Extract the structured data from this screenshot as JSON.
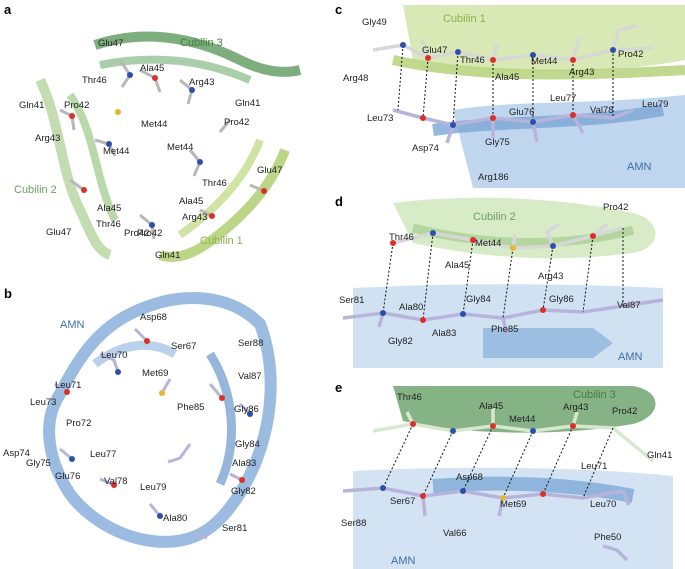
{
  "panels": {
    "a": {
      "label": "a",
      "chains": {
        "c1": "Cubilin 1",
        "c2": "Cubilin 2",
        "c3": "Cubilin 3"
      },
      "residues": [
        "Glu47",
        "Thr46",
        "Ala45",
        "Arg43",
        "Gln41",
        "Gln41",
        "Pro42",
        "Pro42",
        "Met44",
        "Arg43",
        "Met44",
        "Met44",
        "Pro42",
        "Ala45",
        "Thr46",
        "Glu47",
        "Thr46",
        "Glu47",
        "Ala45",
        "Arg43",
        "Pro42",
        "Gln41"
      ]
    },
    "b": {
      "label": "b",
      "chain": "AMN",
      "residues": [
        "Asp68",
        "Ser67",
        "Ser88",
        "Leu70",
        "Met69",
        "Val87",
        "Leu71",
        "Leu73",
        "Phe85",
        "Gly86",
        "Pro72",
        "Gly84",
        "Ala83",
        "Asp74",
        "Gly75",
        "Leu77",
        "Glu76",
        "Val78",
        "Leu79",
        "Gly82",
        "Ala80",
        "Ser81"
      ]
    },
    "c": {
      "label": "c",
      "chains": {
        "cubilin": "Cubilin 1",
        "amn": "AMN"
      },
      "residues": [
        "Gly49",
        "Glu47",
        "Met44",
        "Arg43",
        "Pro42",
        "Thr46",
        "Ala45",
        "Arg48",
        "Leu73",
        "Glu76",
        "Leu77",
        "Val78",
        "Leu79",
        "Asp74",
        "Gly75",
        "Arg186"
      ]
    },
    "d": {
      "label": "d",
      "chains": {
        "cubilin": "Cubilin 2",
        "amn": "AMN"
      },
      "residues": [
        "Pro42",
        "Thr46",
        "Met44",
        "Ala45",
        "Arg43",
        "Ser81",
        "Ala80",
        "Gly84",
        "Gly86",
        "Val87",
        "Phe85",
        "Gly82",
        "Ala83"
      ]
    },
    "e": {
      "label": "e",
      "chains": {
        "cubilin": "Cubilin 3",
        "amn": "AMN"
      },
      "residues": [
        "Thr46",
        "Ala45",
        "Met44",
        "Arg43",
        "Pro42",
        "Gln41",
        "Leu71",
        "Asp68",
        "Ser67",
        "Ser88",
        "Met69",
        "Leu70",
        "Val66",
        "Phe50"
      ]
    }
  },
  "colors": {
    "cubilin1": "#b5d27a",
    "cubilin2": "#bcd9a9",
    "cubilin3": "#5e9a5e",
    "amn": "#7aa6d6",
    "amn_sticks": "#b7b4dc",
    "oxygen": "#d9302a",
    "nitrogen": "#2c4fa8",
    "sulfur": "#e1b73c"
  }
}
